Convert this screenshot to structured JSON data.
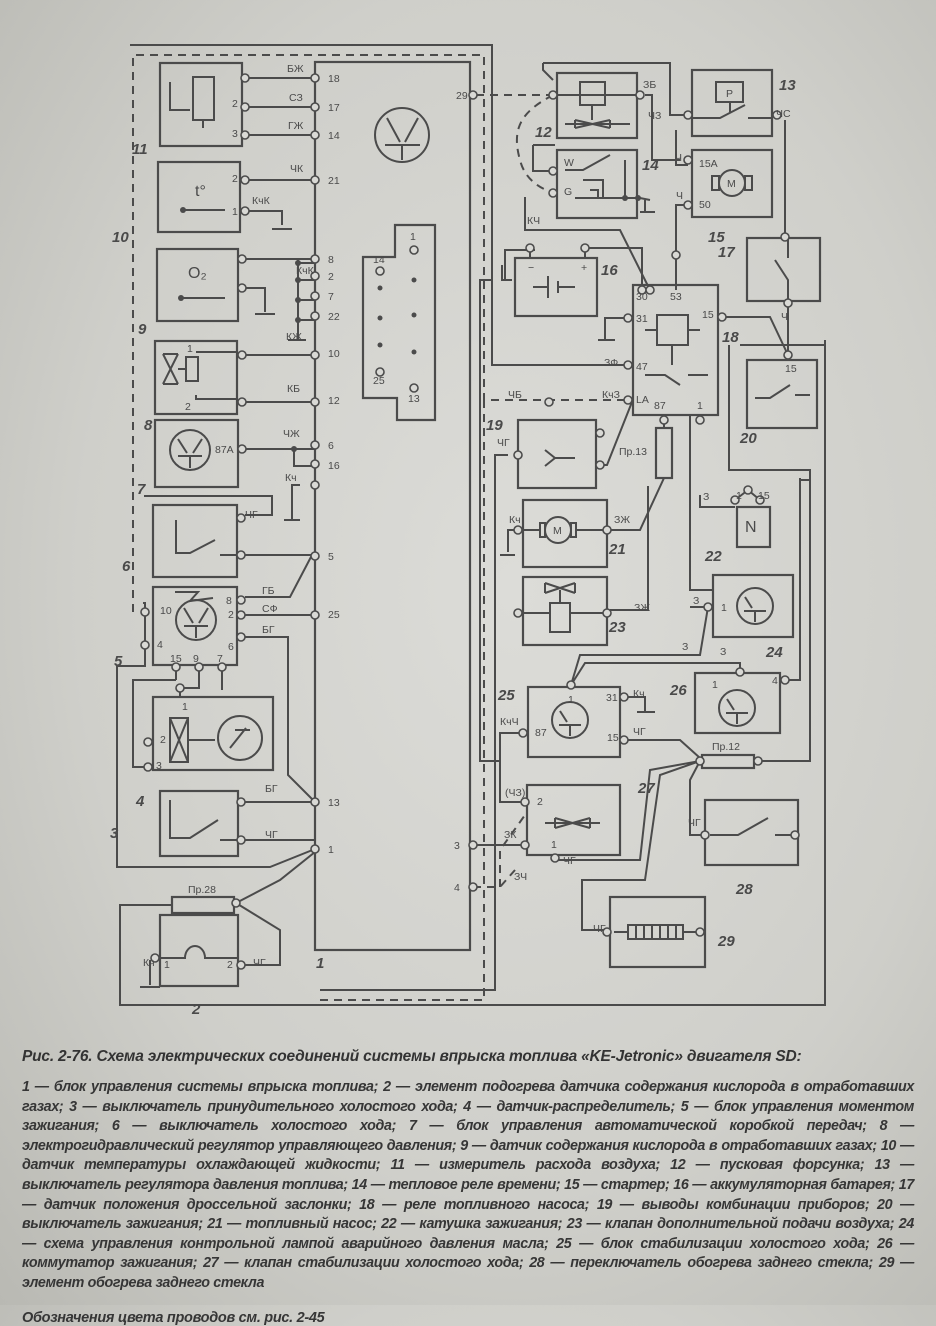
{
  "diagram": {
    "numbers": {
      "n1": "1",
      "n2": "2",
      "n3": "3",
      "n4": "4",
      "n5": "5",
      "n6": "6",
      "n7": "7",
      "n8": "8",
      "n9": "9",
      "n10": "10",
      "n11": "11",
      "n12": "12",
      "n13": "13",
      "n14": "14",
      "n15": "15",
      "n16": "16",
      "n17": "17",
      "n18": "18",
      "n19": "19",
      "n20": "20",
      "n21": "21",
      "n22": "22",
      "n23": "23",
      "n24": "24",
      "n25": "25",
      "n26": "26",
      "n27": "27",
      "n28": "28",
      "n29": "29"
    },
    "block1_pins": {
      "p18": "18",
      "p17": "17",
      "p14": "14",
      "p21": "21",
      "p8": "8",
      "p2": "2",
      "p7": "7",
      "p22": "22",
      "p10": "10",
      "p12": "12",
      "p6": "6",
      "p16": "16",
      "p5": "5",
      "p25": "25",
      "p13": "13",
      "p1": "1",
      "p29": "29",
      "p3": "3",
      "p4": "4"
    },
    "connector_pins": {
      "c1": "1",
      "c14": "14",
      "c25": "25",
      "c13": "13"
    },
    "wires": {
      "bzh": "БЖ",
      "sz": "СЗ",
      "gzh": "ГЖ",
      "chk": "ЧК",
      "kchk1": "КчК",
      "kchk2": "КчК",
      "kchk3": "КчК",
      "kzh": "КЖ",
      "kb": "КБ",
      "chzh": "ЧЖ",
      "kch1": "Кч",
      "chg1": "ЧГ",
      "gb": "ГБ",
      "sf": "СФ",
      "bg1": "БГ",
      "bg2": "БГ",
      "chg2": "ЧГ",
      "pr28": "Пр.28",
      "kch2": "Кч",
      "chg3": "ЧГ",
      "zb": "ЗБ",
      "kch_v": "КЧ",
      "chz": "ЧЗ",
      "chs": "ЧС",
      "kch3": "КЧ",
      "ch1": "Ч",
      "ch2": "Ч",
      "kch4": "КЧ",
      "ch3": "Ч",
      "chb": "ЧБ",
      "kchz1": "КчЗ",
      "kchz2": "КчЗ",
      "kchz3": "КчЗ",
      "zf": "ЗФ",
      "chg4": "ЧГ",
      "pr13": "Пр.13",
      "kch5": "Кч",
      "zzh1": "ЗЖ",
      "zzh2": "ЗЖ",
      "z1": "З",
      "z2": "З",
      "z3": "З",
      "z4": "З",
      "kch6": "Кч",
      "kchch": "КчЧ",
      "chg5": "ЧГ",
      "pr12": "Пр.12",
      "chz2": "(ЧЗ)",
      "zk": "ЗК",
      "chg6": "ЧГ",
      "zch": "ЗЧ",
      "chg7": "ЧГ",
      "chg8": "ЧГ"
    },
    "component_pins": {
      "c11_2": "2",
      "c11_3": "3",
      "c10_2": "2",
      "c10_1": "1",
      "c10_t": "t°",
      "c9_o2": "O₂",
      "c8_1": "1",
      "c8_2": "2",
      "c7_87a": "87A",
      "c5_10": "10",
      "c5_8": "8",
      "c5_2": "2",
      "c5_6": "6",
      "c5_4": "4",
      "c5_15": "15",
      "c5_9": "9",
      "c5_7": "7",
      "c4_1": "1",
      "c4_2": "2",
      "c4_3": "3",
      "c2_1": "1",
      "c2_2": "2",
      "c13_p": "P",
      "c14_w": "W",
      "c14_g": "G",
      "c15_15a": "15A",
      "c15_50": "50",
      "c15_m": "M",
      "c16_minus": "−",
      "c16_plus": "+",
      "c18_30": "30",
      "c18_53": "53",
      "c18_31": "31",
      "c18_15": "15",
      "c18_47": "47",
      "c18_la": "LA",
      "c18_87": "87",
      "c18_1": "1",
      "c20_15": "15",
      "c21_m": "M",
      "c22_1": "1",
      "c22_15": "15",
      "c22_n": "N",
      "c24_1": "1",
      "c25_1": "1",
      "c25_31": "31",
      "c25_87": "87",
      "c25_15": "15",
      "c26_1": "1",
      "c26_4": "4",
      "c27_2": "2",
      "c27_1": "1"
    }
  },
  "caption": {
    "title": "Рис. 2-76. Схема электрических соединений системы впрыска топлива «KE-Jetronic» двигателя SD:",
    "items": [
      {
        "num": "1",
        "text": "блок управления системы впрыска топлива"
      },
      {
        "num": "2",
        "text": "элемент подогрева датчика содержания кислорода в отработавших газах"
      },
      {
        "num": "3",
        "text": "выключатель принудительного холостого хода"
      },
      {
        "num": "4",
        "text": "датчик-распределитель"
      },
      {
        "num": "5",
        "text": "блок управления моментом зажигания"
      },
      {
        "num": "6",
        "text": "выключатель холостого хода"
      },
      {
        "num": "7",
        "text": "блок управления автоматической коробкой передач"
      },
      {
        "num": "8",
        "text": "электрогидравлический регулятор управляющего давления"
      },
      {
        "num": "9",
        "text": "датчик содержания кислорода в отработавших газах"
      },
      {
        "num": "10",
        "text": "датчик температуры охлаждающей жидкости"
      },
      {
        "num": "11",
        "text": "измеритель расхода воздуха"
      },
      {
        "num": "12",
        "text": "пусковая форсунка"
      },
      {
        "num": "13",
        "text": "выключатель регулятора давления топлива"
      },
      {
        "num": "14",
        "text": "тепловое реле времени"
      },
      {
        "num": "15",
        "text": "стартер"
      },
      {
        "num": "16",
        "text": "аккумуляторная батарея"
      },
      {
        "num": "17",
        "text": "датчик положения дроссельной заслонки"
      },
      {
        "num": "18",
        "text": "реле топливного насоса"
      },
      {
        "num": "19",
        "text": "выводы комбинации приборов"
      },
      {
        "num": "20",
        "text": "выключатель зажигания"
      },
      {
        "num": "21",
        "text": "топливный насос"
      },
      {
        "num": "22",
        "text": "катушка зажигания"
      },
      {
        "num": "23",
        "text": "клапан дополнительной подачи воздуха"
      },
      {
        "num": "24",
        "text": "схема управления контрольной лампой аварийного давления масла"
      },
      {
        "num": "25",
        "text": "блок стабилизации холостого хода"
      },
      {
        "num": "26",
        "text": "коммутатор зажигания"
      },
      {
        "num": "27",
        "text": "клапан стабилизации холостого хода"
      },
      {
        "num": "28",
        "text": "переключатель обогрева заднего стекла"
      },
      {
        "num": "29",
        "text": "элемент обогрева заднего стекла"
      }
    ],
    "footnote": "Обозначения цвета проводов см. рис. 2-45"
  }
}
